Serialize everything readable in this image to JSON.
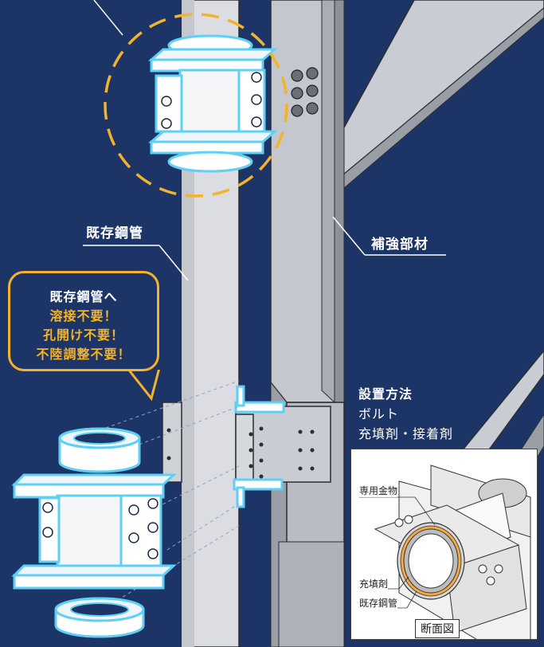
{
  "labels": {
    "existing_pipe": "既存鋼管",
    "reinforcement": "補強部材"
  },
  "callout": {
    "line1": "既存鋼管へ",
    "line2": "溶接不要！",
    "line3": "孔開け不要！",
    "line4": "不陸調整不要！"
  },
  "install_method": {
    "title": "設置方法",
    "line1": "ボルト",
    "line2": "充填剤・接着剤"
  },
  "section_view": {
    "label_fitting": "専用金物",
    "label_filler": "充填剤",
    "label_pipe": "既存鋼管",
    "caption": "断面図"
  },
  "colors": {
    "background": "#1d3566",
    "accent": "#f3b32a",
    "outline": "#5fd0f5"
  }
}
